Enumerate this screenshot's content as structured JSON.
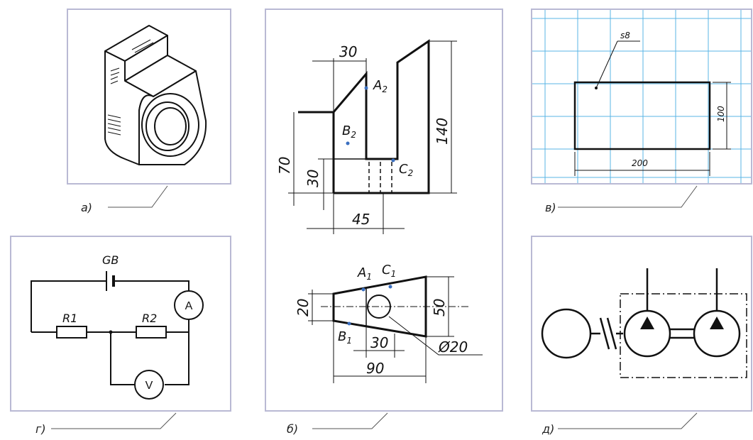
{
  "panels": {
    "a": {
      "caption": "а)"
    },
    "b": {
      "caption": "б)",
      "dims": {
        "top_width": "30",
        "height_70": "70",
        "height_30": "30",
        "height_140": "140",
        "bottom_45": "45",
        "plan_20": "20",
        "plan_50": "50",
        "plan_30": "30",
        "plan_90": "90",
        "diameter": "Ø20"
      },
      "points": {
        "A2": "A",
        "A2_sub": "2",
        "B2": "B",
        "B2_sub": "2",
        "C2": "C",
        "C2_sub": "2",
        "A1": "A",
        "A1_sub": "1",
        "C1": "C",
        "C1_sub": "1",
        "B1": "B",
        "B1_sub": "1"
      }
    },
    "v": {
      "caption": "в)",
      "thickness": "s8",
      "width": "200",
      "height": "100"
    },
    "g": {
      "caption": "г)",
      "battery": "GB",
      "r1": "R1",
      "r2": "R2",
      "ammeter": "A",
      "voltmeter": "V"
    },
    "d": {
      "caption": "д)"
    }
  },
  "colors": {
    "frame": "#b9b9d4",
    "grid": "#5ab4e6",
    "points": "#3a6fc0",
    "line": "#111111"
  }
}
